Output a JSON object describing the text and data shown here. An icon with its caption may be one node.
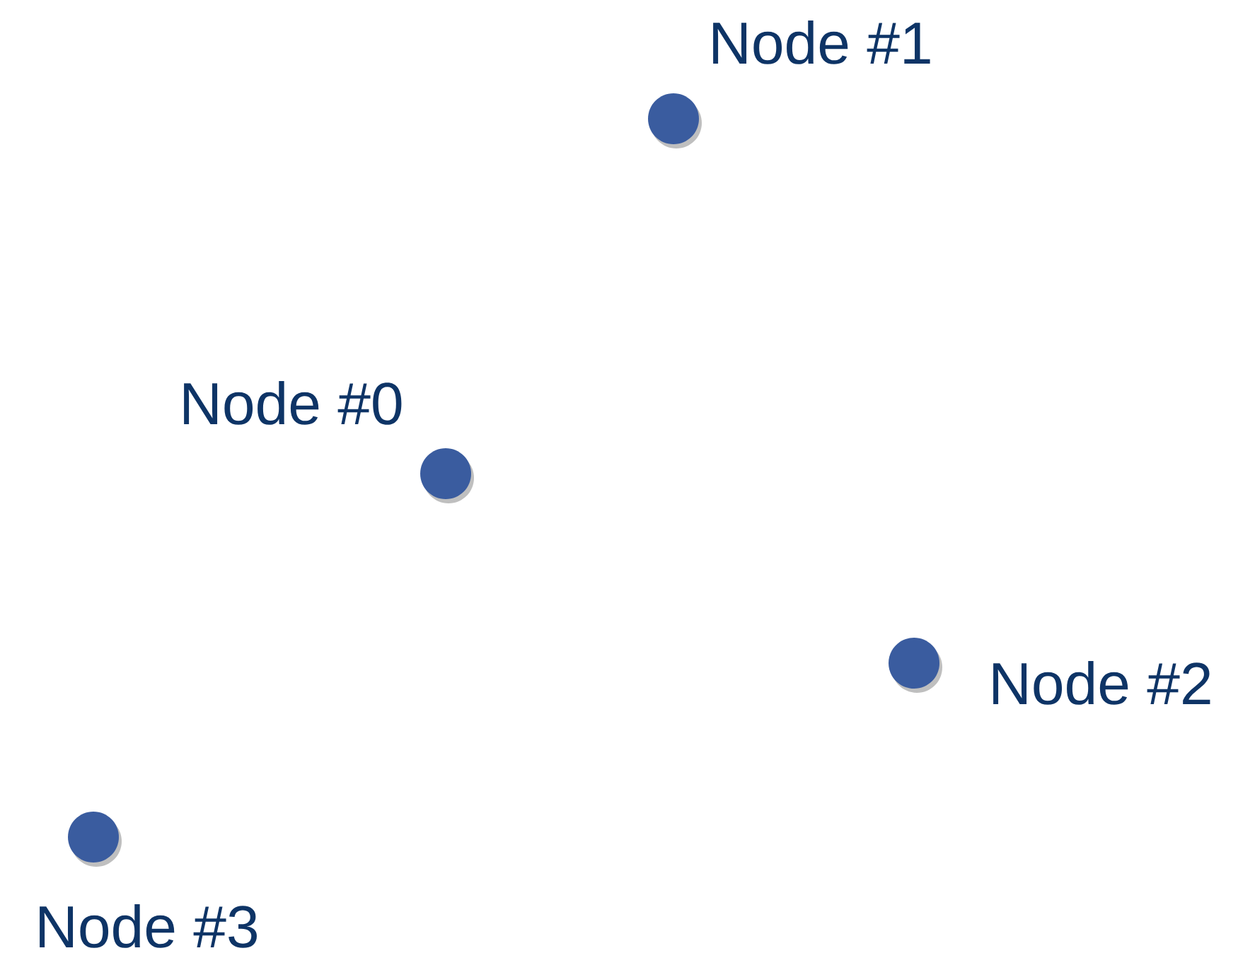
{
  "diagram": {
    "nodes": [
      {
        "text": [
          "Node #1"
        ]
      },
      {
        "text": [
          "Node #0"
        ]
      },
      {
        "text": [
          "Node #2"
        ]
      },
      {
        "text": [
          "Node #3"
        ]
      }
    ]
  }
}
